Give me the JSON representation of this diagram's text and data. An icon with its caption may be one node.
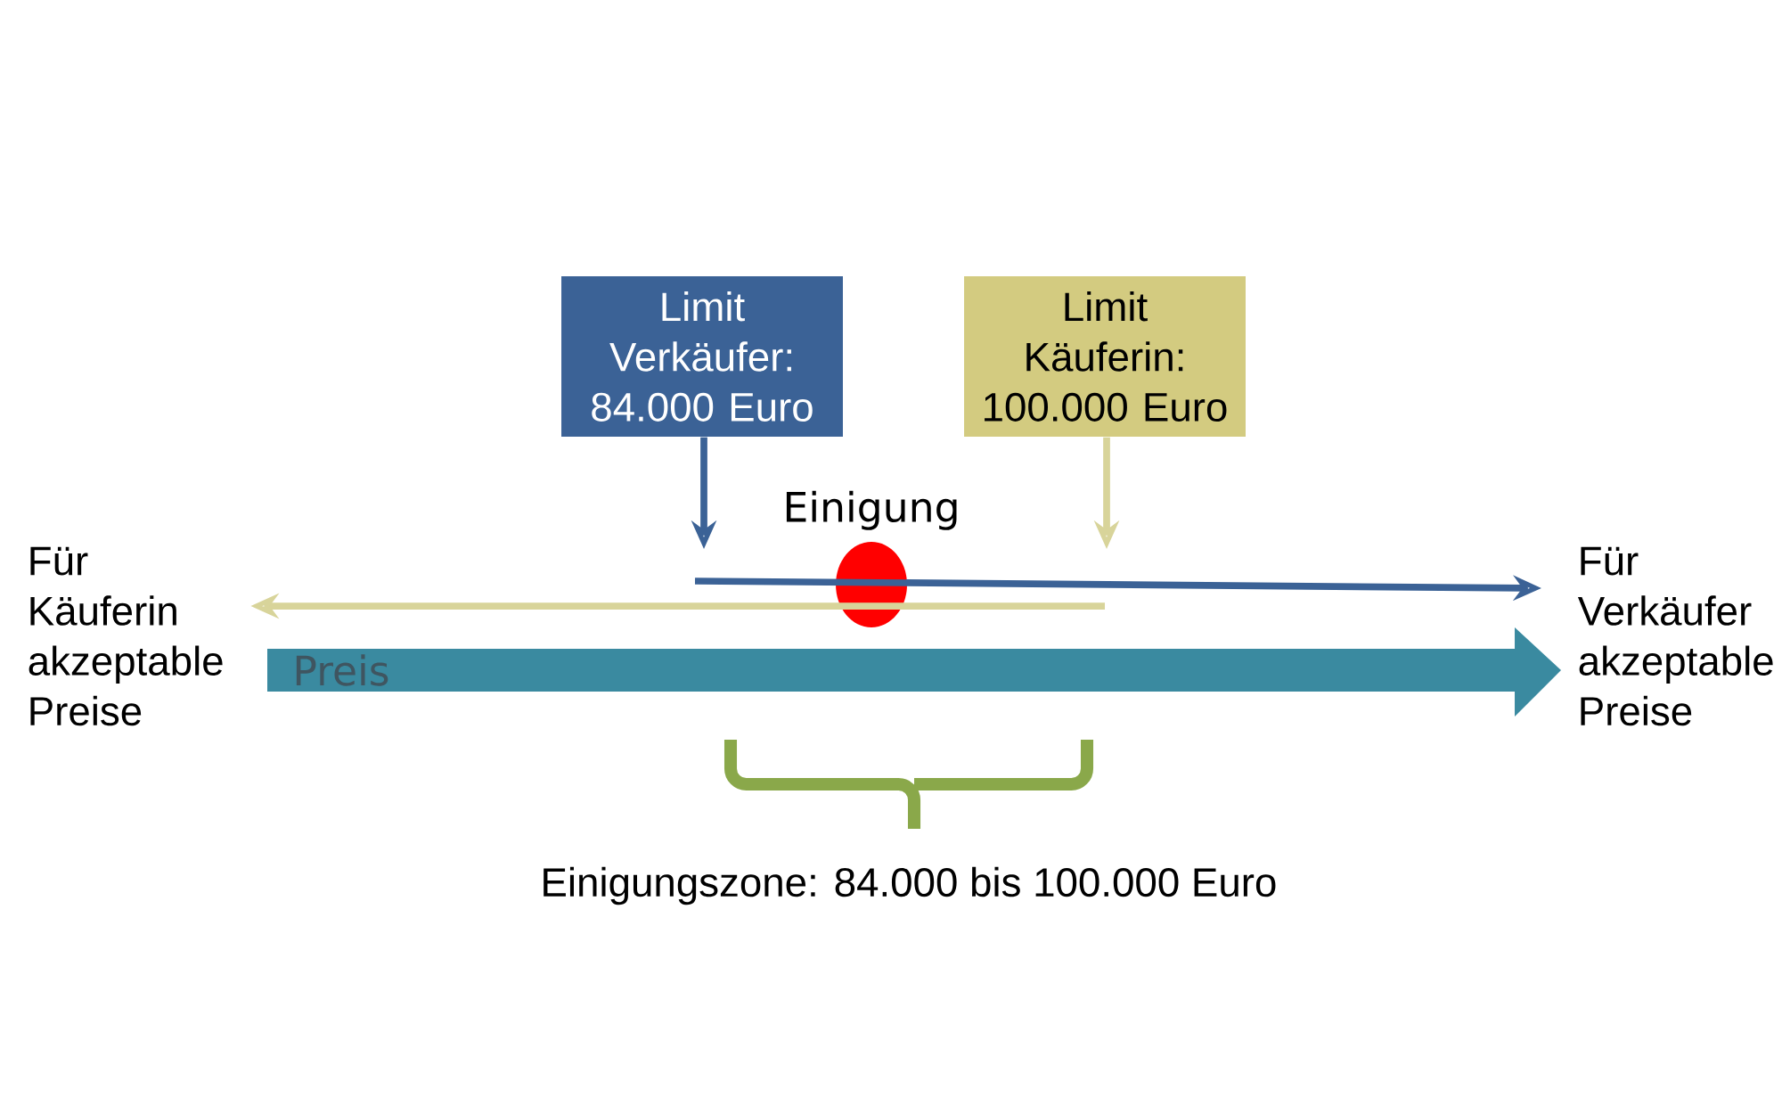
{
  "diagram": {
    "caption": "Einigungszone: 84.000 bis 100.000 Euro",
    "nodes": [
      {
        "text": [
          "Limit Verkäufer: 84.000 Euro"
        ]
      },
      {
        "text": [
          "Limit Käuferin: 100.000 Euro"
        ]
      },
      {
        "text": [],
        "shape": "circle",
        "beside": [
          "Einigung"
        ]
      },
      {
        "text": [
          "Für Käuferin akzeptable Preise"
        ]
      },
      {
        "text": [
          "Für Verkäufer akzeptable Preise"
        ]
      }
    ],
    "edges": [
      {
        "from": 0,
        "to": null,
        "arrow": "to",
        "color": "#3b6296"
      },
      {
        "from": 1,
        "to": null,
        "arrow": "to",
        "color": "#d8d49a"
      },
      {
        "from": null,
        "to": 4,
        "arrow": "to",
        "color": "#3b6296"
      },
      {
        "from": null,
        "to": 3,
        "arrow": "to",
        "color": "#d8d49a"
      }
    ],
    "labels": [
      "Preis"
    ]
  }
}
